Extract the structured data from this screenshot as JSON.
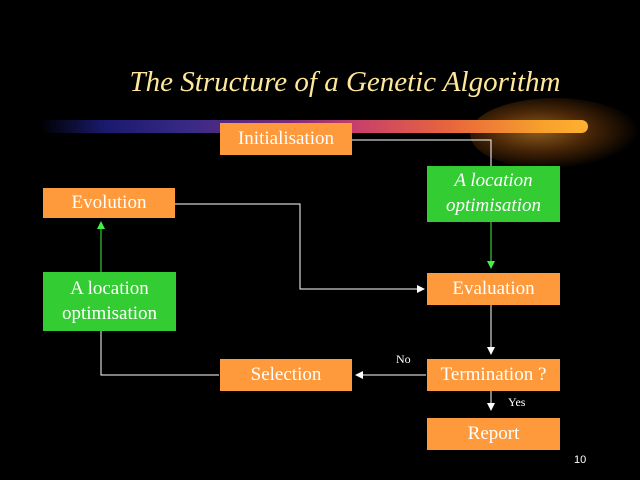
{
  "title": "The Structure of a Genetic Algorithm",
  "nodes": {
    "initialisation": "Initialisation",
    "location_right": "A location optimisation",
    "evolution": "Evolution",
    "location_left": "A location optimisation",
    "evaluation": "Evaluation",
    "selection": "Selection",
    "termination": "Termination ?",
    "report": "Report"
  },
  "edge_labels": {
    "no": "No",
    "yes": "Yes"
  },
  "page_number": "10",
  "colors": {
    "background": "#000000",
    "process_box": "#ff9a3c",
    "optimisation_box": "#33cc33",
    "title": "#ffe89a",
    "green_connector": "#44ee44",
    "white_connector": "#ffffff"
  }
}
